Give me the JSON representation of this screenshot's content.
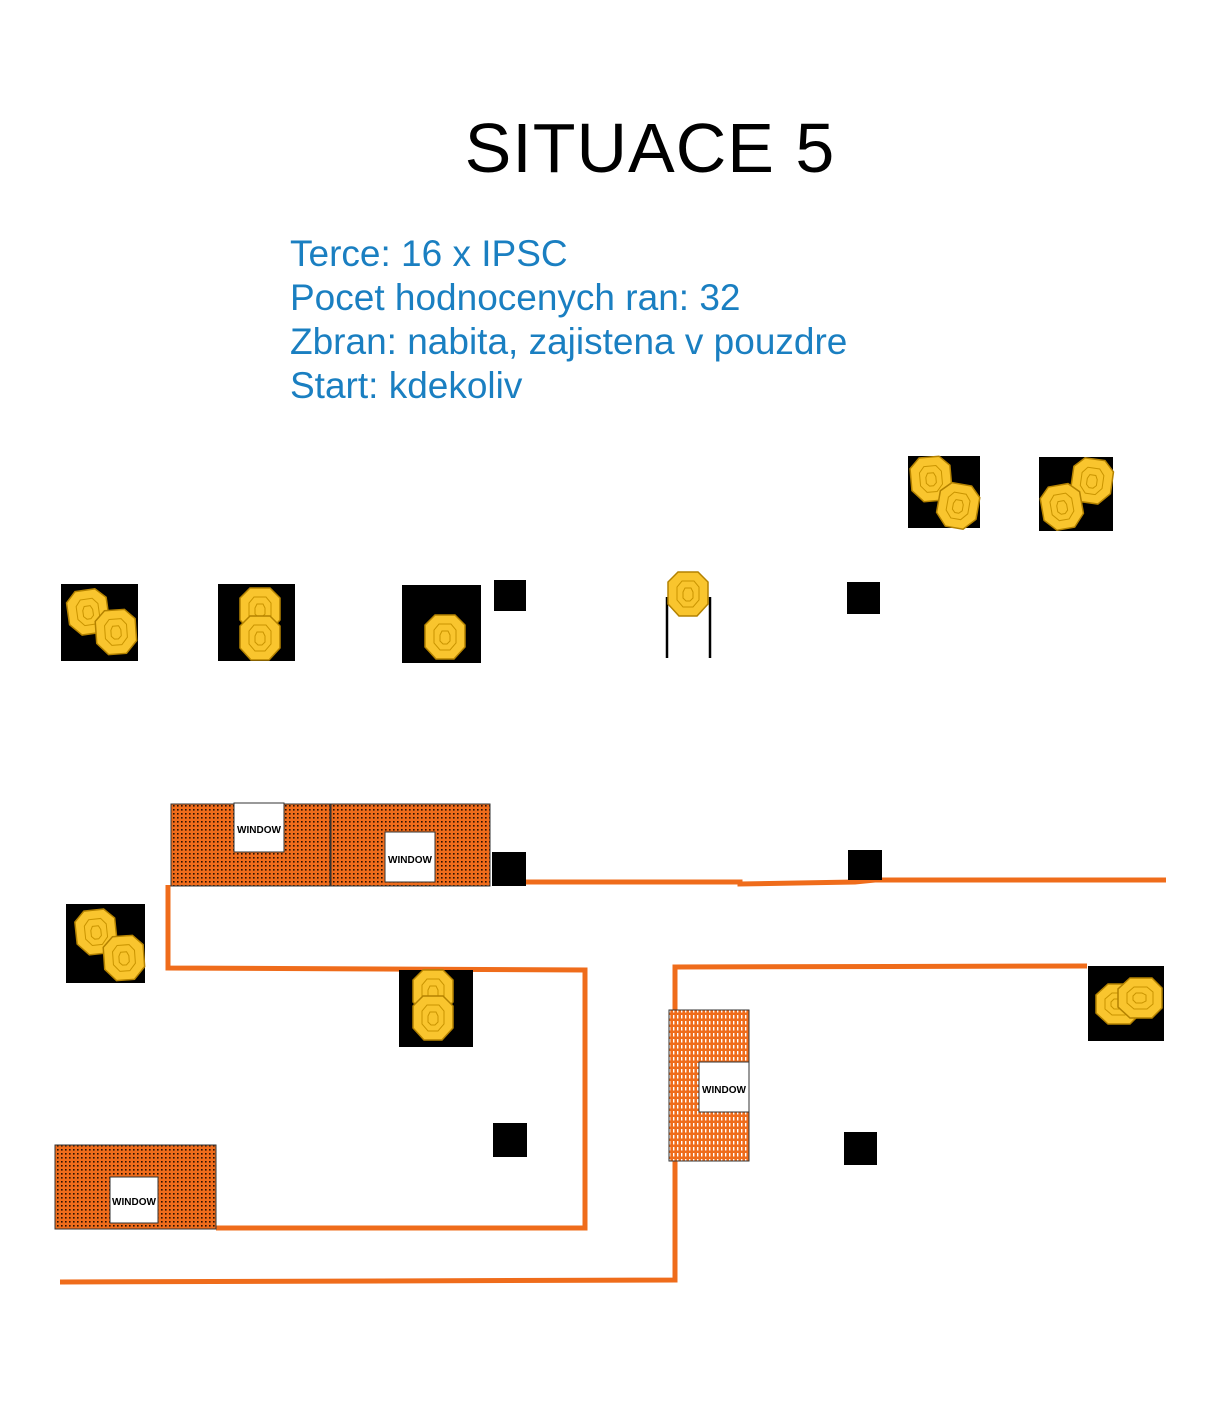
{
  "title": "SITUACE 5",
  "info": {
    "line1": "Terce: 16 x IPSC",
    "line2": "Pocet hodnocenych ran: 32",
    "line3": "Zbran: nabita, zajistena v pouzdre",
    "line4": "Start: kdekoliv"
  },
  "window_label": "WINDOW",
  "colors": {
    "title": "#000000",
    "info_text": "#1a7fc1",
    "wall": "#ef6c1b",
    "target_fill": "#f9c52e",
    "target_stroke": "#b48200",
    "backer": "#000000"
  }
}
